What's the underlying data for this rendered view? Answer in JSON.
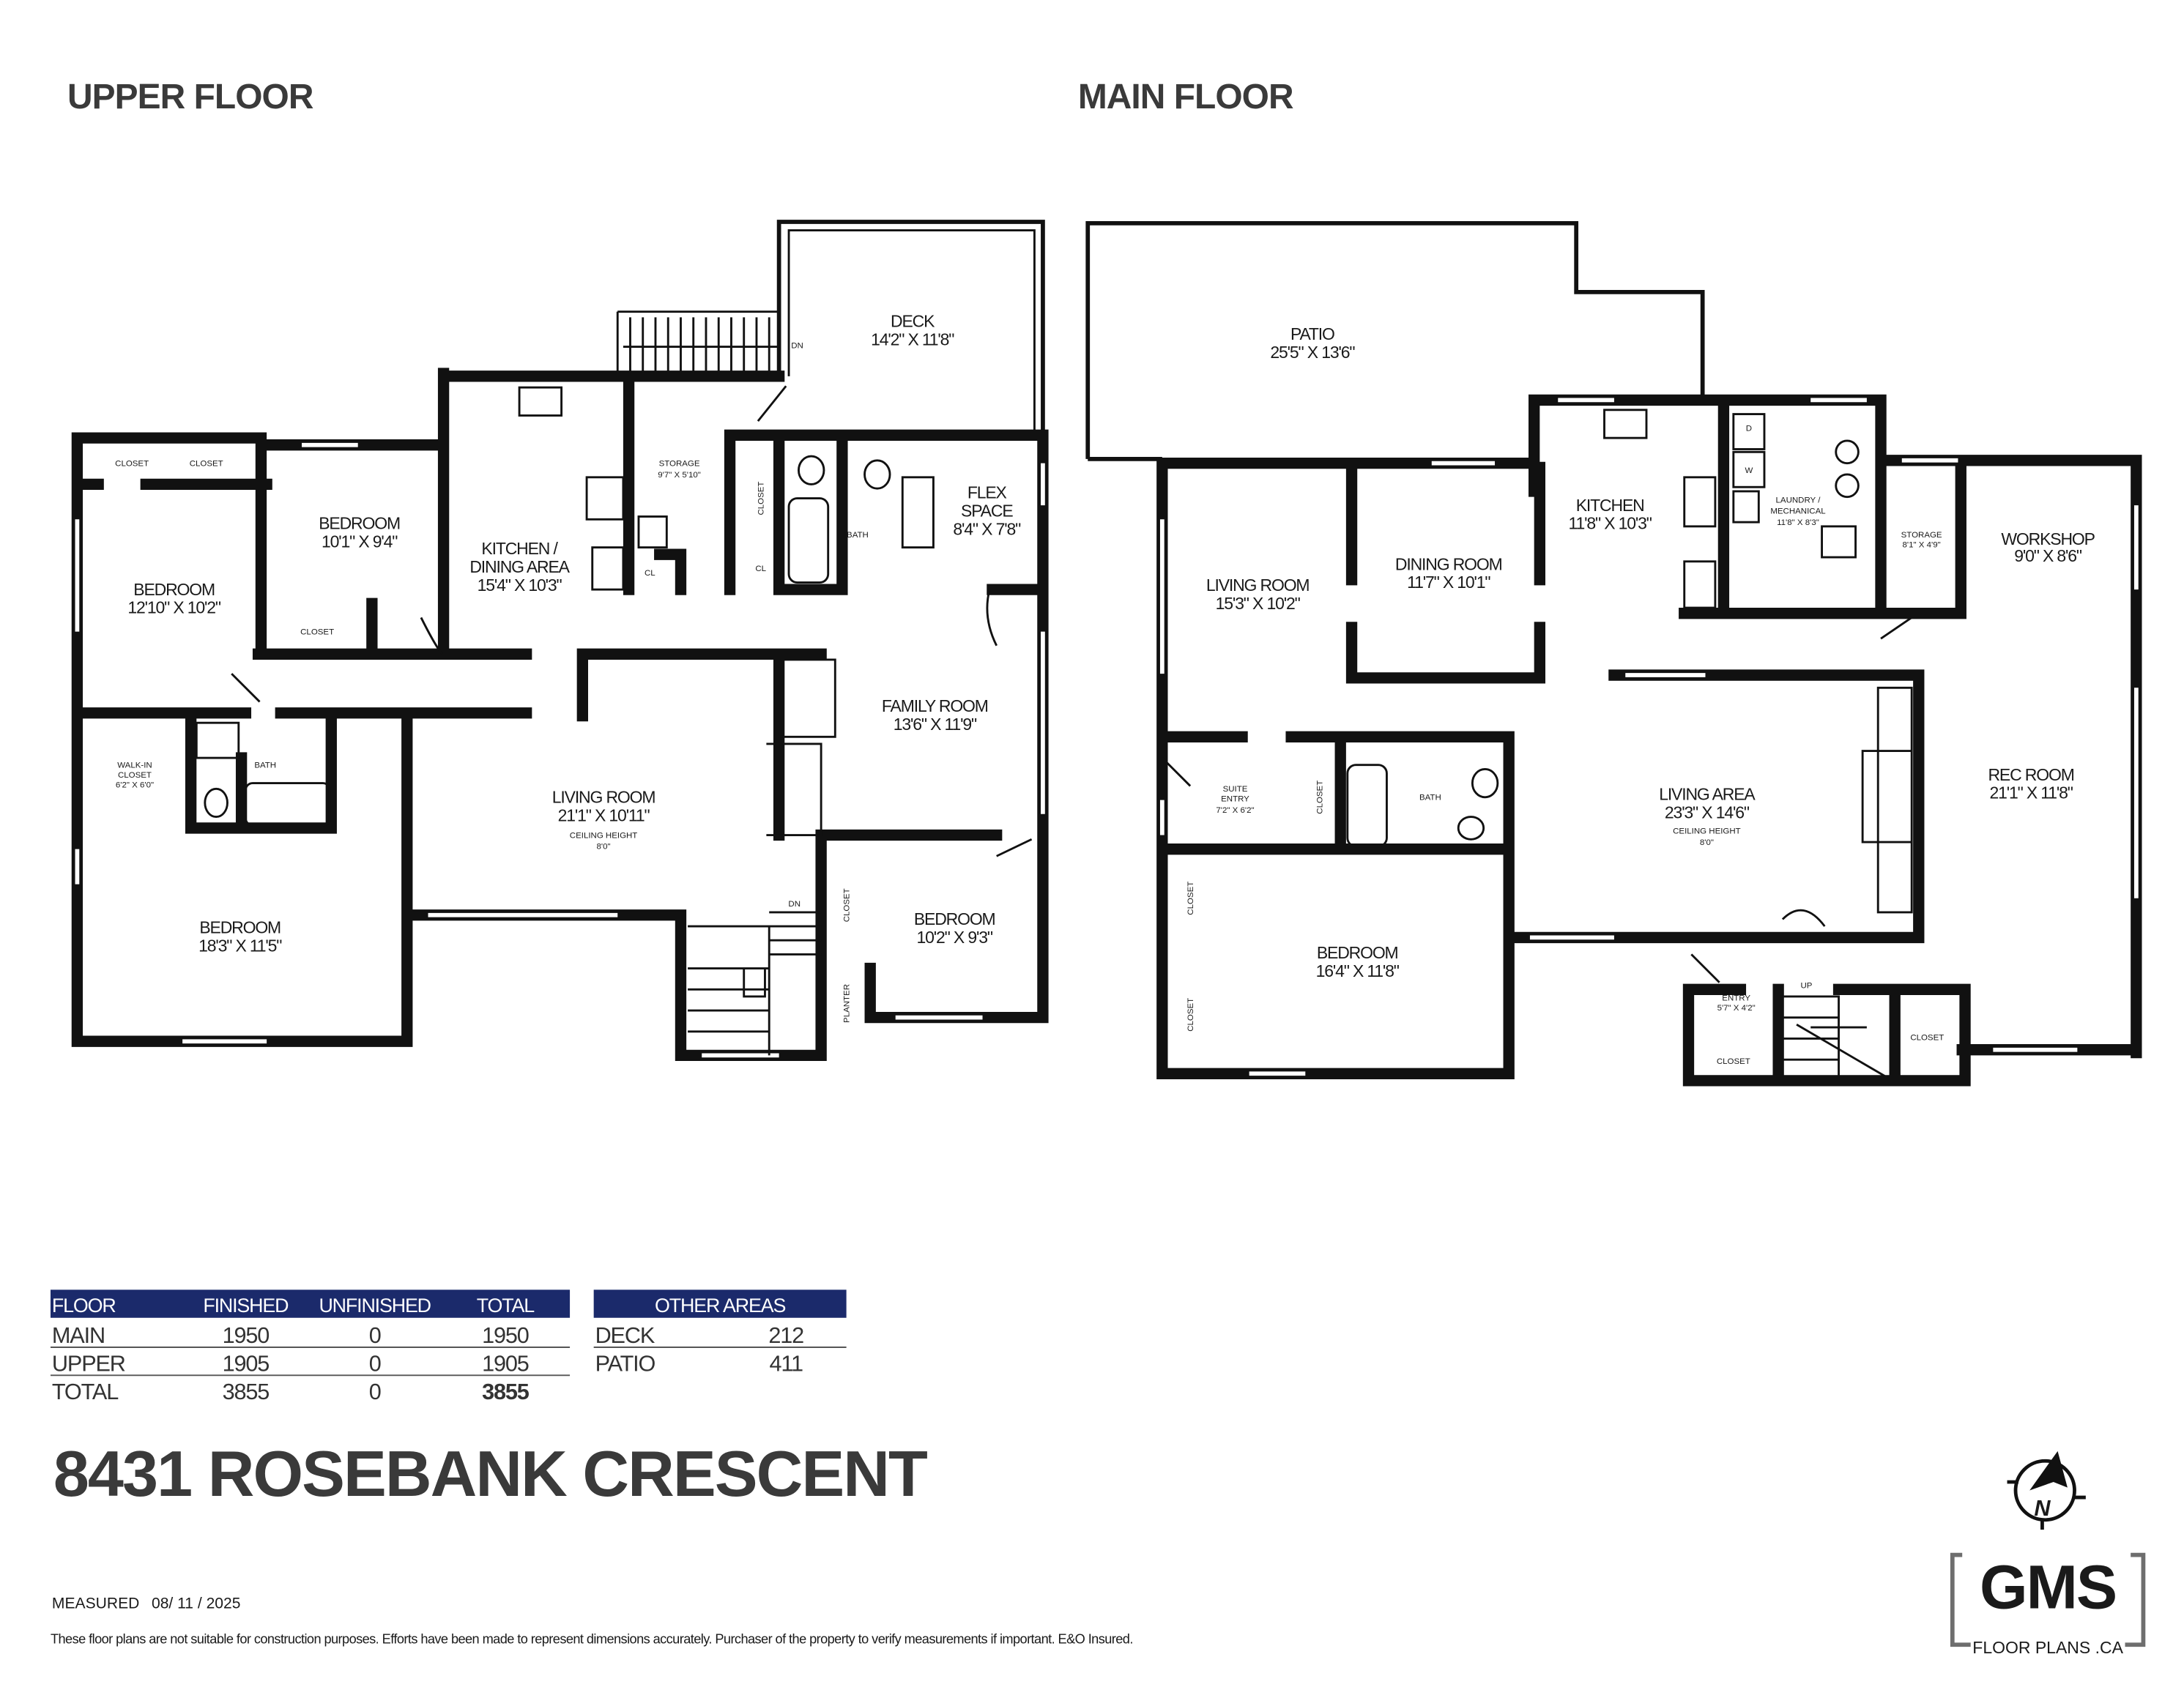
{
  "upper_floor": {
    "title": "UPPER FLOOR",
    "labels": {
      "closet_a": "CLOSET",
      "closet_b": "CLOSET",
      "closet_c": "CLOSET",
      "closet_d": "CLOSET",
      "closet_e": "CLOSET",
      "cl_a": "CL",
      "cl_b": "CL",
      "bath_a": "BATH",
      "bath_b": "BATH",
      "dn_a": "DN",
      "dn_b": "DN",
      "planter": "PLANTER"
    },
    "rooms": {
      "bedroom_1": {
        "name": "BEDROOM",
        "dims": "12'10\" X 10'2\""
      },
      "bedroom_2": {
        "name": "BEDROOM",
        "dims": "10'1\" X 9'4\""
      },
      "kitchen": {
        "name1": "KITCHEN /",
        "name2": "DINING AREA",
        "dims": "15'4\" X 10'3\""
      },
      "storage": {
        "name": "STORAGE",
        "dims": "9'7\" X 5'10\""
      },
      "flex": {
        "name1": "FLEX",
        "name2": "SPACE",
        "dims": "8'4\" X 7'8\""
      },
      "deck": {
        "name": "DECK",
        "dims": "14'2\" X 11'8\""
      },
      "family": {
        "name": "FAMILY ROOM",
        "dims": "13'6\" X 11'9\""
      },
      "walkin": {
        "name1": "WALK-IN",
        "name2": "CLOSET",
        "dims": "6'2\" X 6'0\""
      },
      "living": {
        "name": "LIVING ROOM",
        "dims": "21'1\" X 10'11\"",
        "ceiling": "CEILING HEIGHT",
        "height": "8'0\""
      },
      "bedroom_3": {
        "name": "BEDROOM",
        "dims": "10'2\" X 9'3\""
      },
      "bedroom_4": {
        "name": "BEDROOM",
        "dims": "18'3\" X 11'5\""
      }
    }
  },
  "main_floor": {
    "title": "MAIN FLOOR",
    "labels": {
      "closet_a": "CLOSET",
      "closet_b": "CLOSET",
      "closet_c": "CLOSET",
      "closet_d": "CLOSET",
      "closet_e": "CLOSET",
      "bath": "BATH",
      "up": "UP",
      "dryer": "D",
      "washer": "W"
    },
    "rooms": {
      "patio": {
        "name": "PATIO",
        "dims": "25'5\" X 13'6\""
      },
      "kitchen": {
        "name": "KITCHEN",
        "dims": "11'8\" X 10'3\""
      },
      "laundry": {
        "name1": "LAUNDRY /",
        "name2": "MECHANICAL",
        "dims": "11'8\" X 8'3\""
      },
      "storage": {
        "name": "STORAGE",
        "dims": "8'1\" X 4'9\""
      },
      "workshop": {
        "name": "WORKSHOP",
        "dims": "9'0\" X 8'6\""
      },
      "dining": {
        "name": "DINING ROOM",
        "dims": "11'7\" X 10'1\""
      },
      "living": {
        "name": "LIVING ROOM",
        "dims": "15'3\" X 10'2\""
      },
      "suite_entry": {
        "name1": "SUITE",
        "name2": "ENTRY",
        "dims": "7'2\" X 6'2\""
      },
      "living_area": {
        "name": "LIVING AREA",
        "dims": "23'3\" X 14'6\"",
        "ceiling": "CEILING HEIGHT",
        "height": "8'0\""
      },
      "rec": {
        "name": "REC ROOM",
        "dims": "21'1\" X 11'8\""
      },
      "bedroom": {
        "name": "BEDROOM",
        "dims": "16'4\" X 11'8\""
      },
      "entry": {
        "name": "ENTRY",
        "dims": "5'7\" X 4'2\""
      }
    }
  },
  "area_table": {
    "headers": [
      "FLOOR",
      "FINISHED",
      "UNFINISHED",
      "TOTAL"
    ],
    "rows": [
      [
        "MAIN",
        "1950",
        "0",
        "1950"
      ],
      [
        "UPPER",
        "1905",
        "0",
        "1905"
      ],
      [
        "TOTAL",
        "3855",
        "0",
        "3855"
      ]
    ],
    "header_color": "#1b2a6b"
  },
  "other_areas": {
    "header": "OTHER AREAS",
    "rows": [
      [
        "DECK",
        "212"
      ],
      [
        "PATIO",
        "411"
      ]
    ]
  },
  "address": "8431 ROSEBANK CRESCENT",
  "measured": {
    "label": "MEASURED",
    "date": "08/  11  / 2025"
  },
  "disclaimer": "These floor plans are not suitable for construction purposes. Efforts have been made to represent dimensions accurately.  Purchaser of the property to verify measurements if important.  E&O Insured.",
  "compass": {
    "letter": "N",
    "icon": "north-compass-icon"
  },
  "logo": {
    "brand": "GMS",
    "tagline": "FLOOR PLANS .CA",
    "brand_color": "#1b2355",
    "bracket_color": "#6e6e6e"
  }
}
